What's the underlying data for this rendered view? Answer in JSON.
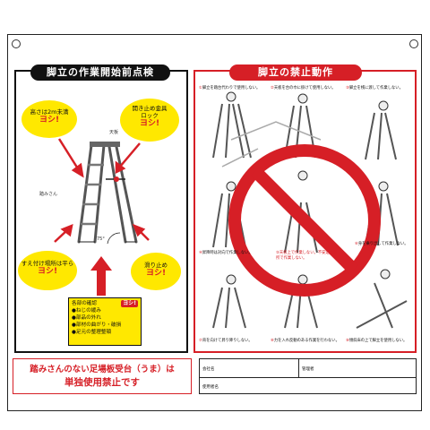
{
  "left_panel": {
    "title": "脚立の作業開始前点検",
    "bubbles": [
      {
        "line1": "高さは2m未満",
        "line1_red": "2m未満",
        "check": "ヨシ!"
      },
      {
        "line1": "開き止め金具",
        "line2": "ロック",
        "check": "ヨシ!"
      },
      {
        "line1": "すえ付け場所は平ら",
        "check": "ヨシ!"
      },
      {
        "line1": "滑り止め",
        "check": "ヨシ!"
      }
    ],
    "ladder_labels": {
      "top": "天板",
      "rung": "踏みさん",
      "angle": "75°"
    },
    "checklist": {
      "header": "各部の確認",
      "tag": "ヨシ!",
      "items": [
        "●ねじの緩み",
        "●部品の外れ",
        "●部材の曲がり・破損",
        "●足元の整理整頓"
      ]
    },
    "warning": {
      "line1": "踏みさんのない足場板受台（うま）は",
      "line2": "単独使用禁止です"
    }
  },
  "right_panel": {
    "title": "脚立の禁止動作",
    "captions": [
      {
        "num": "①",
        "text": "脚立を踏台代わりで使用しない。"
      },
      {
        "num": "②",
        "text": "天板を台の巾に掛けて使用しない。"
      },
      {
        "num": "③",
        "text": "脚立を桟に渡して作業しない。"
      },
      {
        "num": "④",
        "text": "昇降時は対向で作業しない。"
      },
      {
        "num": "⑤",
        "text": "天板上で作業しない。不安定な場所で作業しない。"
      },
      {
        "num": "⑥",
        "text": "身を乗り出して作業しない。"
      },
      {
        "num": "⑦",
        "text": "背を向けて昇り降りしない。"
      },
      {
        "num": "⑧",
        "text": "力を入れ反動のある作業を行わない。"
      },
      {
        "num": "⑨",
        "text": "傾斜床の上で脚立を使用しない。"
      }
    ]
  },
  "form": {
    "company_label": "会社名",
    "manager_label": "管理者",
    "user_label": "使用者名"
  },
  "colors": {
    "red": "#d61f26",
    "yellow": "#ffe800",
    "black": "#111111"
  }
}
